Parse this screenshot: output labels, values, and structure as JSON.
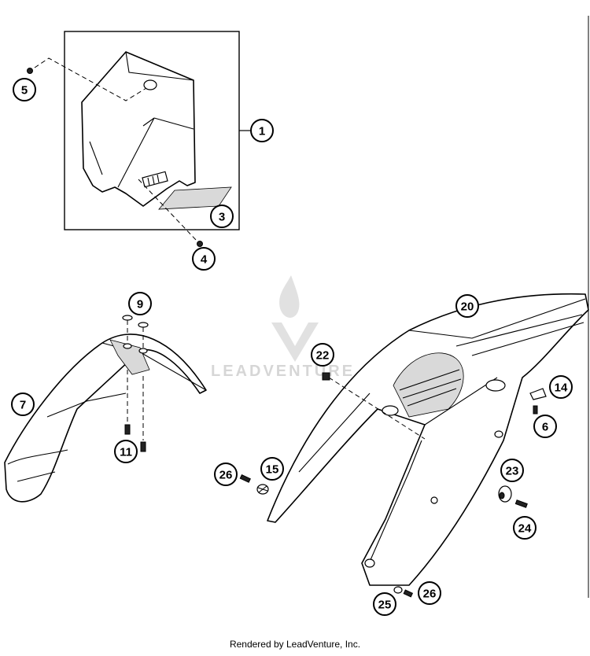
{
  "diagram": {
    "callouts": {
      "c1": "1",
      "c3": "3",
      "c4": "4",
      "c5": "5",
      "c6": "6",
      "c7": "7",
      "c9": "9",
      "c11": "11",
      "c14": "14",
      "c15": "15",
      "c20": "20",
      "c22": "22",
      "c23": "23",
      "c24": "24",
      "c25": "25",
      "c26a": "26",
      "c26b": "26"
    },
    "watermark": "LEADVENTURE"
  },
  "footer": {
    "credit": "Rendered by LeadVenture, Inc."
  }
}
